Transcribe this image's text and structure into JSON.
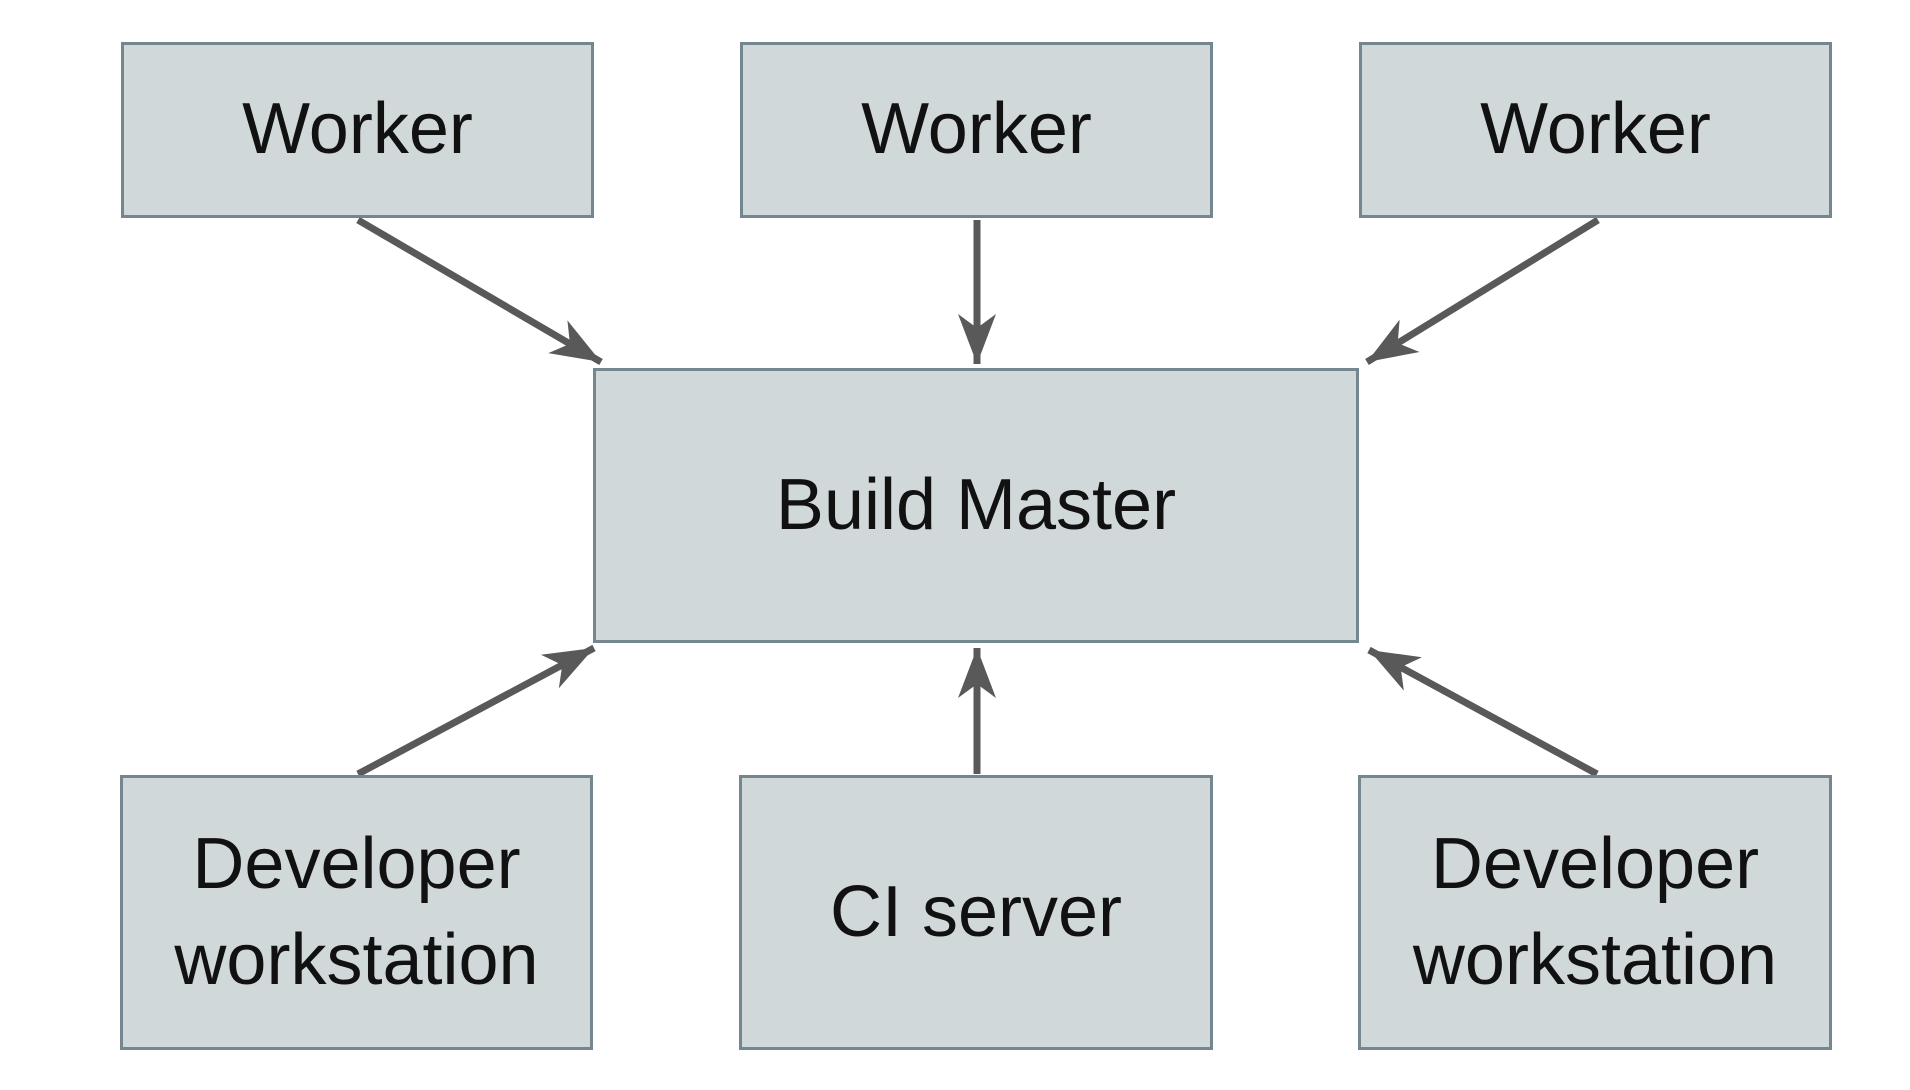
{
  "diagram": {
    "colors": {
      "background": "#ffffff",
      "node_fill": "#d1d8da",
      "node_border": "#74868f",
      "arrow": "#595959",
      "text": "#111111"
    },
    "nodes": {
      "worker1": {
        "label": "Worker"
      },
      "worker2": {
        "label": "Worker"
      },
      "worker3": {
        "label": "Worker"
      },
      "build_master": {
        "label": "Build Master"
      },
      "dev_left": {
        "label": "Developer workstation"
      },
      "ci_server": {
        "label": "CI server"
      },
      "dev_right": {
        "label": "Developer workstation"
      }
    },
    "edges": [
      {
        "from": "worker1",
        "to": "build_master"
      },
      {
        "from": "worker2",
        "to": "build_master"
      },
      {
        "from": "worker3",
        "to": "build_master"
      },
      {
        "from": "dev_left",
        "to": "build_master"
      },
      {
        "from": "ci_server",
        "to": "build_master"
      },
      {
        "from": "dev_right",
        "to": "build_master"
      }
    ]
  }
}
